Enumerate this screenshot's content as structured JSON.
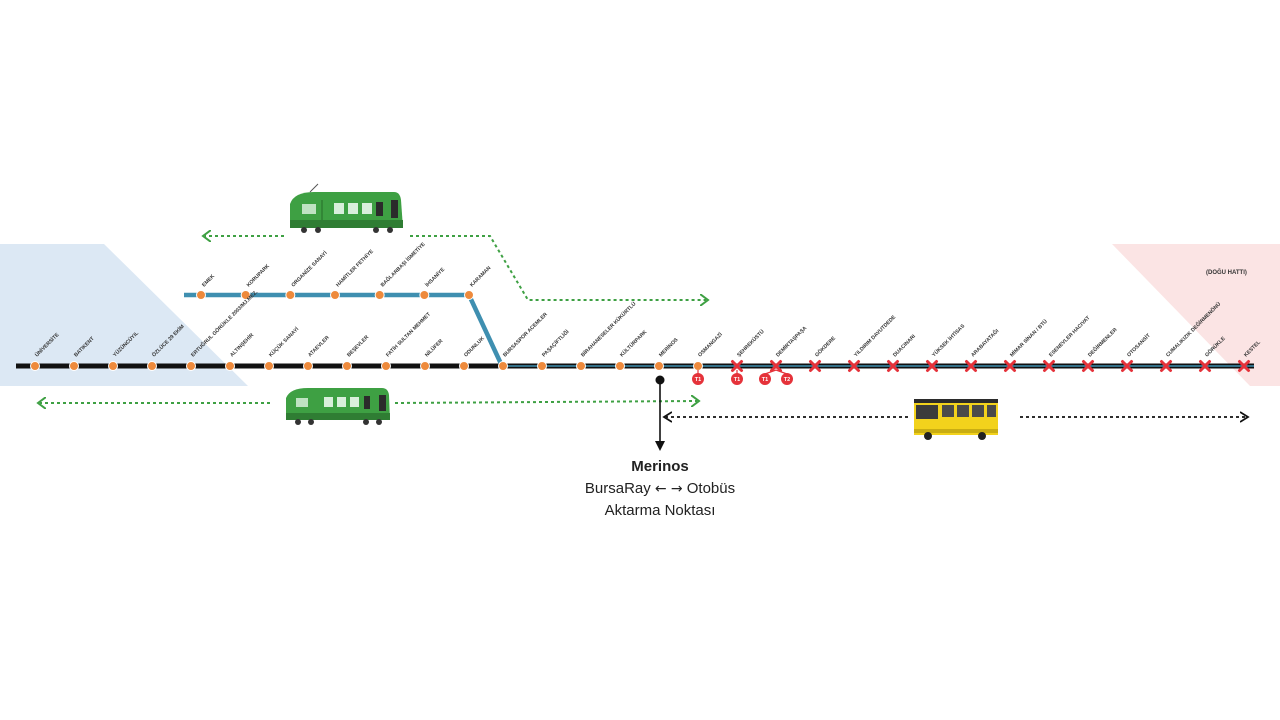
{
  "title": "",
  "east_line_label": "(DOĞU HATTI)",
  "colors": {
    "branch": "#3f8fb0",
    "main_line": "#111111",
    "open_station": "#ee8a3c",
    "closed_station": "#e5323a",
    "tram": "#3ea043",
    "bus": "#f2d21c",
    "west_zone": "#dce8f4",
    "east_zone": "#fbe4e4"
  },
  "branch_stations": [
    "EMEK",
    "KORUPARK",
    "ORGANİZE SANAYİ",
    "HAMİTLER FETHİYE",
    "BAĞLARBAŞI İSMETİYE",
    "İHSANİYE",
    "KARAMAN"
  ],
  "main_stations": [
    {
      "name": "ÜNİVERSİTE",
      "status": "open"
    },
    {
      "name": "BATIKENT",
      "status": "open"
    },
    {
      "name": "YÜZÜNCÜYIL",
      "status": "open"
    },
    {
      "name": "ÖZLÜCE 29 EKİM",
      "status": "open"
    },
    {
      "name": "ERTUĞRUL GÖRÜKLE 2003/MJ.MEZ.",
      "status": "open"
    },
    {
      "name": "ALTINŞEHİR",
      "status": "open"
    },
    {
      "name": "KÜÇÜK SANAYİ",
      "status": "open"
    },
    {
      "name": "ATAEVLER",
      "status": "open"
    },
    {
      "name": "BEŞEVLER",
      "status": "open"
    },
    {
      "name": "FATİH SULTAN MEHMET",
      "status": "open"
    },
    {
      "name": "NİLÜFER",
      "status": "open"
    },
    {
      "name": "ODUNLUK",
      "status": "open"
    },
    {
      "name": "BURSASPOR ACEMLER",
      "status": "open"
    },
    {
      "name": "PAŞAÇİFTLİĞİ",
      "status": "open"
    },
    {
      "name": "BİRAHANESELER KÜKÜRTLÜ",
      "status": "open"
    },
    {
      "name": "KÜLTÜRPARK",
      "status": "open"
    },
    {
      "name": "MERİNOS",
      "status": "open"
    },
    {
      "name": "OSMANGAZİ",
      "status": "open"
    },
    {
      "name": "ŞEHREKÜSTÜ",
      "status": "closed"
    },
    {
      "name": "DEMİRTAŞPAŞA",
      "status": "closed"
    },
    {
      "name": "GÖKDERE",
      "status": "closed"
    },
    {
      "name": "YILDIRIM DAVUTDEDE",
      "status": "closed"
    },
    {
      "name": "DUACINARI",
      "status": "closed"
    },
    {
      "name": "YÜKSEK İHTİSAS",
      "status": "closed"
    },
    {
      "name": "ARABAYATAĞI",
      "status": "closed"
    },
    {
      "name": "MİMAR SİNAN / BTÜ",
      "status": "closed"
    },
    {
      "name": "ESENEVLER HACIVAT",
      "status": "closed"
    },
    {
      "name": "DEĞİRMENLER",
      "status": "closed"
    },
    {
      "name": "OTOSANSİT",
      "status": "closed"
    },
    {
      "name": "CUMALIKIZIK DEĞİRMENÖNÜ",
      "status": "closed"
    },
    {
      "name": "GÖRÜKLE",
      "status": "closed"
    },
    {
      "name": "KESTEL",
      "status": "closed"
    }
  ],
  "transfer_badges": [
    {
      "label": "T1",
      "station_index": 17
    },
    {
      "label": "T1",
      "station_index": 18
    },
    {
      "label": "T1",
      "station_index": 19
    },
    {
      "label": "T2",
      "station_index": 19
    }
  ],
  "caption": {
    "title": "Merinos",
    "from": "BursaRay",
    "arrow_left": "←",
    "arrow_right": "→",
    "to": "Otobüs",
    "line2": "Aktarma Noktası"
  },
  "icons": {
    "tram": "tram-icon",
    "bus": "bus-icon",
    "closed_marker": "x-mark-icon"
  }
}
